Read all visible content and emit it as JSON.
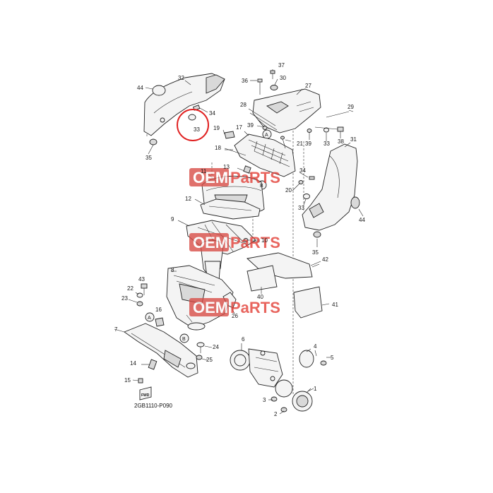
{
  "diagram_code": "2GB1110-P090",
  "watermark": {
    "text_a": "OEM",
    "text_b": "PaRTS",
    "color_a": "#ffffff",
    "color_b": "#e23a32"
  },
  "highlight_color": "#e02020",
  "fwd_label": "FWD",
  "callouts": [
    {
      "id": "c44a",
      "label": "44"
    },
    {
      "id": "c32",
      "label": "32"
    },
    {
      "id": "c34a",
      "label": "34"
    },
    {
      "id": "c33a",
      "label": "33"
    },
    {
      "id": "c35a",
      "label": "35"
    },
    {
      "id": "c36",
      "label": "36"
    },
    {
      "id": "c37",
      "label": "37"
    },
    {
      "id": "c30",
      "label": "30"
    },
    {
      "id": "c27",
      "label": "27"
    },
    {
      "id": "c28",
      "label": "28"
    },
    {
      "id": "c29",
      "label": "29"
    },
    {
      "id": "c39a",
      "label": "39"
    },
    {
      "id": "cAa",
      "label": "A"
    },
    {
      "id": "c19",
      "label": "19"
    },
    {
      "id": "c17",
      "label": "17"
    },
    {
      "id": "c21",
      "label": "21"
    },
    {
      "id": "c39b",
      "label": "39"
    },
    {
      "id": "c33b",
      "label": "33"
    },
    {
      "id": "c38",
      "label": "38"
    },
    {
      "id": "c31",
      "label": "31"
    },
    {
      "id": "c18",
      "label": "18"
    },
    {
      "id": "c13",
      "label": "13"
    },
    {
      "id": "c11",
      "label": "11"
    },
    {
      "id": "cBa",
      "label": "B"
    },
    {
      "id": "c34b",
      "label": "34"
    },
    {
      "id": "c20",
      "label": "20"
    },
    {
      "id": "c33c",
      "label": "33"
    },
    {
      "id": "c44b",
      "label": "44"
    },
    {
      "id": "c12",
      "label": "12"
    },
    {
      "id": "c9",
      "label": "9"
    },
    {
      "id": "c10",
      "label": "10"
    },
    {
      "id": "c35b",
      "label": "35"
    },
    {
      "id": "c42",
      "label": "42"
    },
    {
      "id": "c8",
      "label": "8"
    },
    {
      "id": "c43",
      "label": "43"
    },
    {
      "id": "c22",
      "label": "22"
    },
    {
      "id": "c40",
      "label": "40"
    },
    {
      "id": "c23",
      "label": "23"
    },
    {
      "id": "c41",
      "label": "41"
    },
    {
      "id": "cAb",
      "label": "A"
    },
    {
      "id": "c16",
      "label": "16"
    },
    {
      "id": "c26",
      "label": "26"
    },
    {
      "id": "c7",
      "label": "7"
    },
    {
      "id": "cBb",
      "label": "B"
    },
    {
      "id": "c6",
      "label": "6"
    },
    {
      "id": "c24",
      "label": "24"
    },
    {
      "id": "c4",
      "label": "4"
    },
    {
      "id": "c5",
      "label": "5"
    },
    {
      "id": "c25",
      "label": "25"
    },
    {
      "id": "c14",
      "label": "14"
    },
    {
      "id": "c15",
      "label": "15"
    },
    {
      "id": "c1",
      "label": "1"
    },
    {
      "id": "c3",
      "label": "3"
    },
    {
      "id": "c2",
      "label": "2"
    }
  ]
}
